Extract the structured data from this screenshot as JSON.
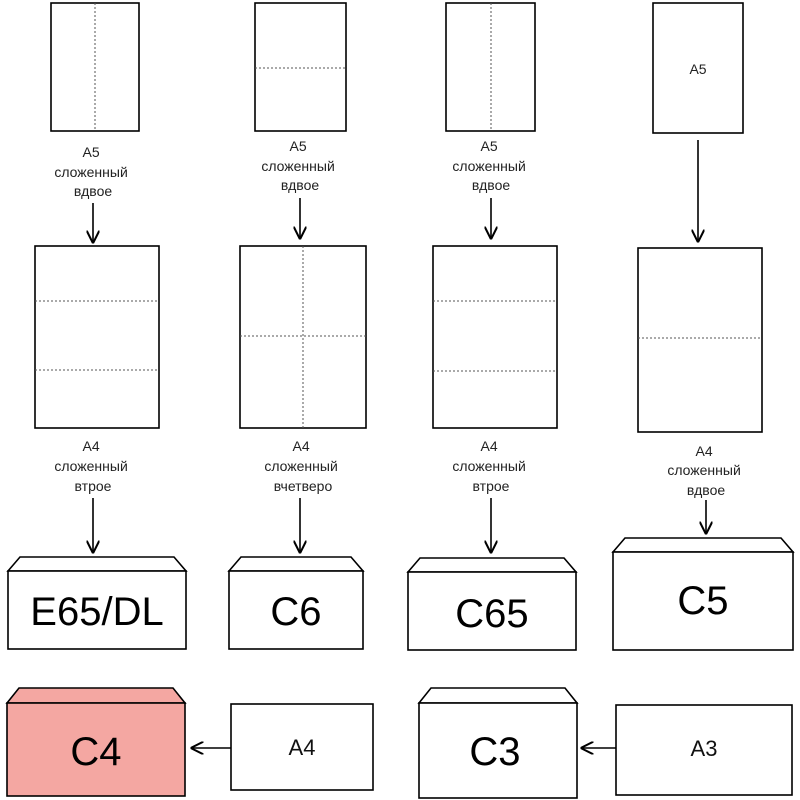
{
  "columns": [
    {
      "top_label": [
        "A5",
        "сложенный",
        "вдвое"
      ],
      "mid_label": [
        "A4",
        "сложенный",
        "втрое"
      ],
      "envelope": "E65/DL"
    },
    {
      "top_label": [
        "A5",
        "сложенный",
        "вдвое"
      ],
      "mid_label": [
        "A4",
        "сложенный",
        "вчетверо"
      ],
      "envelope": "C6"
    },
    {
      "top_label": [
        "A5",
        "сложенный",
        "вдвое"
      ],
      "mid_label": [
        "A4",
        "сложенный",
        "втрое"
      ],
      "envelope": "C65"
    },
    {
      "top_text": "A5",
      "mid_label": [
        "A4",
        "сложенный",
        "вдвое"
      ],
      "envelope": "C5"
    }
  ],
  "bottom": {
    "c4_envelope": "C4",
    "a4_sheet": "A4",
    "c3_envelope": "C3",
    "a3_sheet": "A3"
  },
  "colors": {
    "highlight": "#f4a7a2"
  }
}
